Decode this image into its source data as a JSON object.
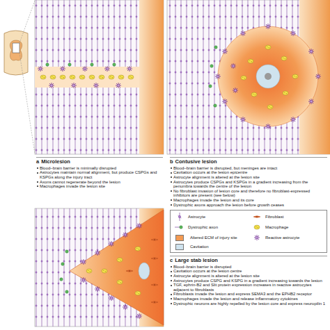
{
  "diagram": {
    "nodes": [
      {
        "text": [
          "a",
          "Microlesion",
          "Blood–brain barrier is minimally disrupted",
          "Astrocytes maintain normal alignment, but produce CSPGs and KSPGs along the injury tract",
          "Axons cannot regenerate beyond the lesion",
          "Macrophages invade the lesion site"
        ]
      },
      {
        "text": [
          "b",
          "Contusive lesion",
          "Blood–brain barrier is disrupted, but meninges are intact",
          "Cavitation occurs at the lesion epicentre",
          "Astrocyte alignment is altered at the lesion site",
          "Astrocytes produce CSPGs and KSPGs in a gradient increasing from the penumbra towards the centre of the lesion",
          "No fibroblast invasion of lesion core and therefore no fibroblast-expressed inhibitors are present (see below)",
          "Macrophages invade the lesion and its core",
          "Dystrophic axons approach the lesion before growth ceases"
        ]
      },
      {
        "text": [
          "c",
          "Large stab lesion",
          "Blood–brain barrier is disrupted",
          "Cavitation occurs at the lesion centre",
          "Astrocyte alignment is altered at the lesion site",
          "Astrocytes produce CSPG and KSPG in a gradient increasing towards the lesion",
          "TGF, ephrin-B2 and Slit protein expression increases in reactive astrocytes adjacent to fibroblasts",
          "Fibroblasts invade the lesion and express SEMA3 and the EPHB2 receptor",
          "Macrophages invade the lesion and release inflammatory cytokines",
          "Dystrophic neurons are highly repelled by the lesion core and express neuropilin 1"
        ]
      }
    ],
    "legend": [
      {
        "text": "Astrocyte"
      },
      {
        "text": "Fibroblast"
      },
      {
        "text": "Dystrophic axon"
      },
      {
        "text": "Macrophage"
      },
      {
        "text": "Altered ECM of injury site",
        "color": "#f39a52"
      },
      {
        "text": "Reactive astrocyte"
      },
      {
        "text": "Cavitation",
        "color": "#cfe3ee"
      }
    ]
  }
}
